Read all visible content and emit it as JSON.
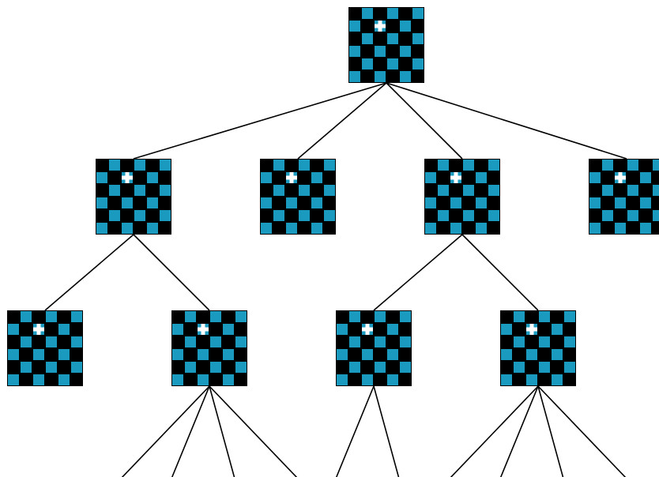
{
  "colors": {
    "background": "#ffffff",
    "board_dark": "#000000",
    "board_light": "#1b9ac0",
    "marker": "#ffffff",
    "edge": "#000000"
  },
  "board": {
    "grid_size": 6,
    "marker_icon": "plus-marker-icon"
  },
  "tree": {
    "levels": 3,
    "nodes": [
      {
        "id": "n0",
        "level": 0,
        "parent": null
      },
      {
        "id": "n1",
        "level": 1,
        "parent": "n0"
      },
      {
        "id": "n2",
        "level": 1,
        "parent": "n0"
      },
      {
        "id": "n3",
        "level": 1,
        "parent": "n0"
      },
      {
        "id": "n4",
        "level": 1,
        "parent": "n0"
      },
      {
        "id": "n5",
        "level": 2,
        "parent": "n1"
      },
      {
        "id": "n6",
        "level": 2,
        "parent": "n1"
      },
      {
        "id": "n7",
        "level": 2,
        "parent": "n3"
      },
      {
        "id": "n8",
        "level": 2,
        "parent": "n3"
      }
    ],
    "truncated_children": [
      {
        "parent": "n6",
        "count": 4
      },
      {
        "parent": "n7",
        "count": 2
      },
      {
        "parent": "n8",
        "count": 4
      }
    ]
  }
}
